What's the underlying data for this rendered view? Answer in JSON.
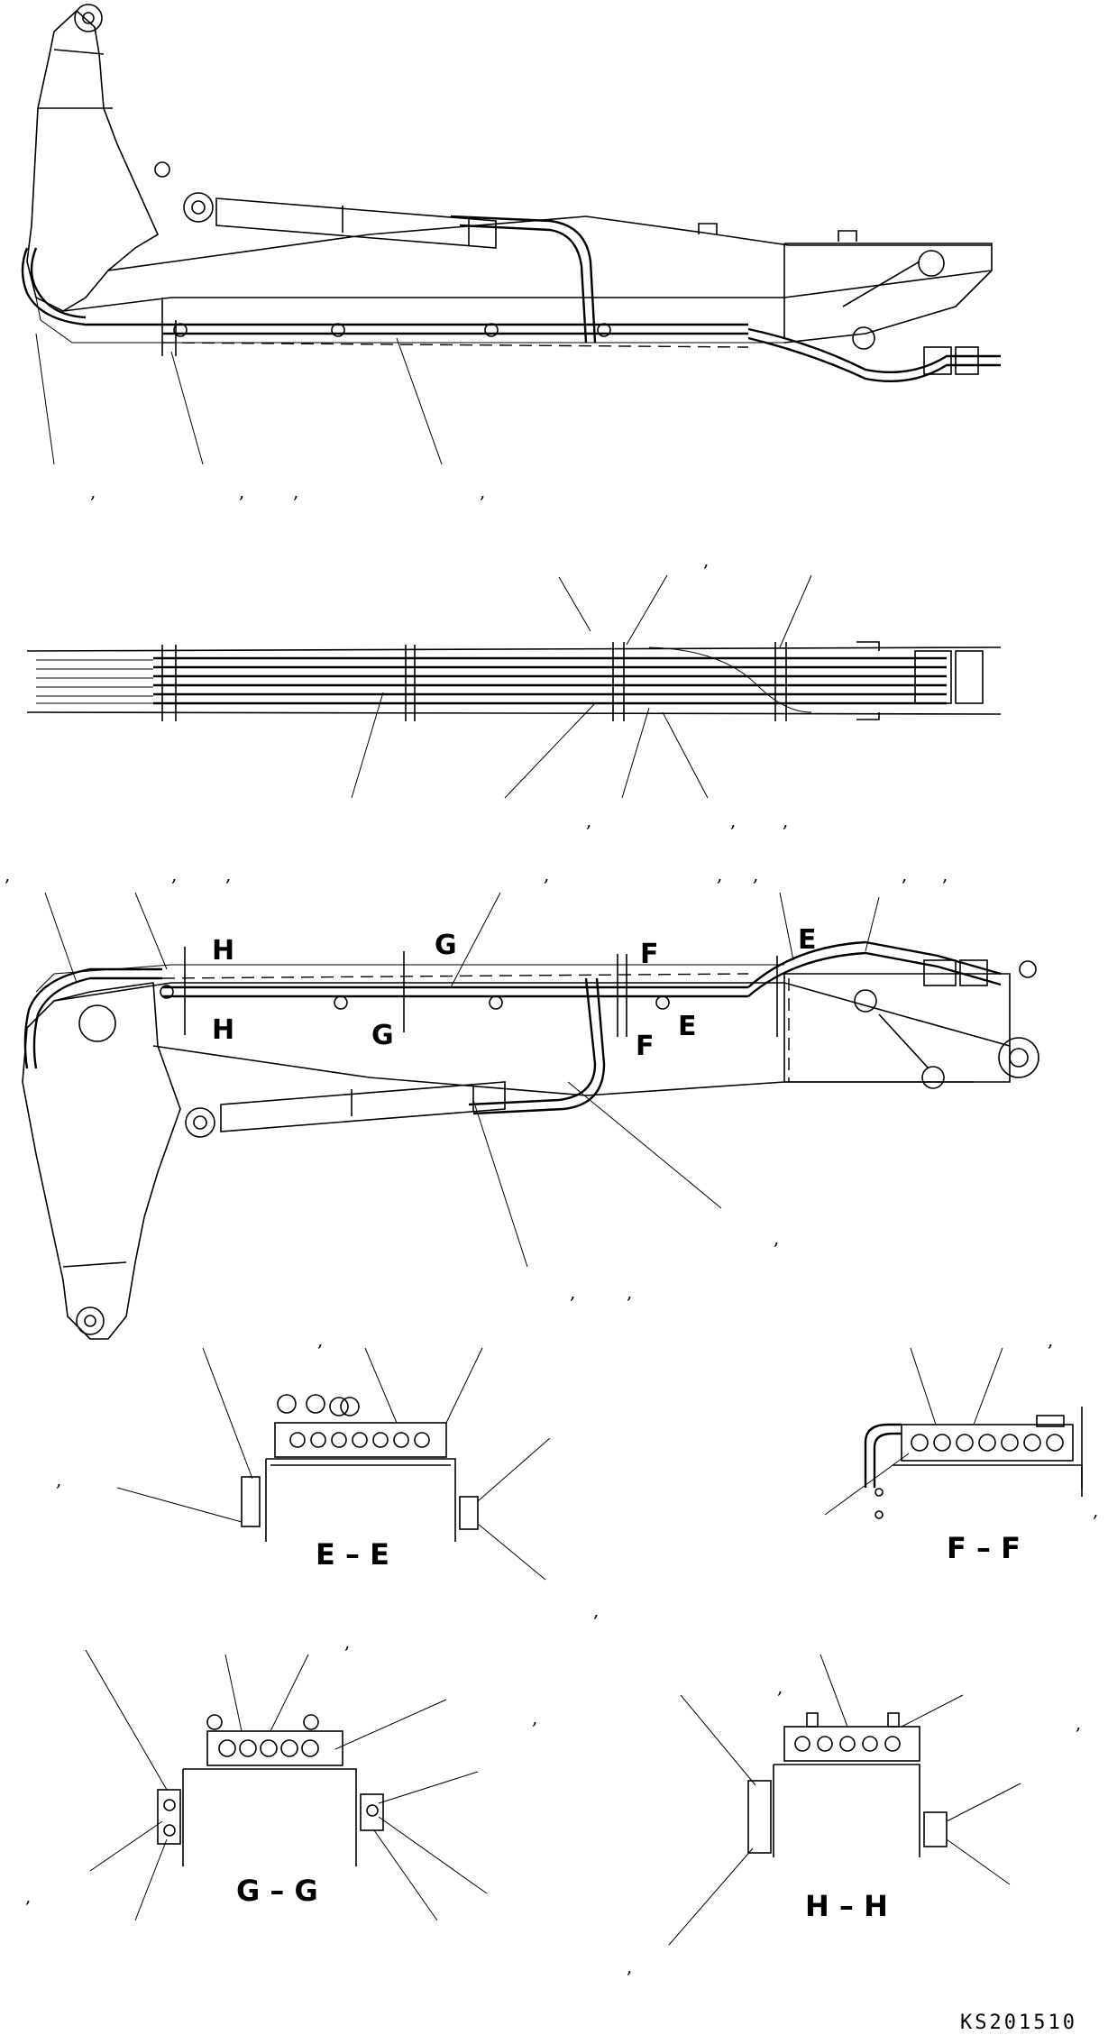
{
  "section_labels": {
    "E": "E",
    "F": "F",
    "G": "G",
    "H": "H"
  },
  "section_titles": {
    "ee": "E – E",
    "ff": "F – F",
    "gg": "G – G",
    "hh": "H – H"
  },
  "separator": ",",
  "drawing_code": "KS201510",
  "colors": {
    "ink": "#000000",
    "paper": "#ffffff"
  }
}
